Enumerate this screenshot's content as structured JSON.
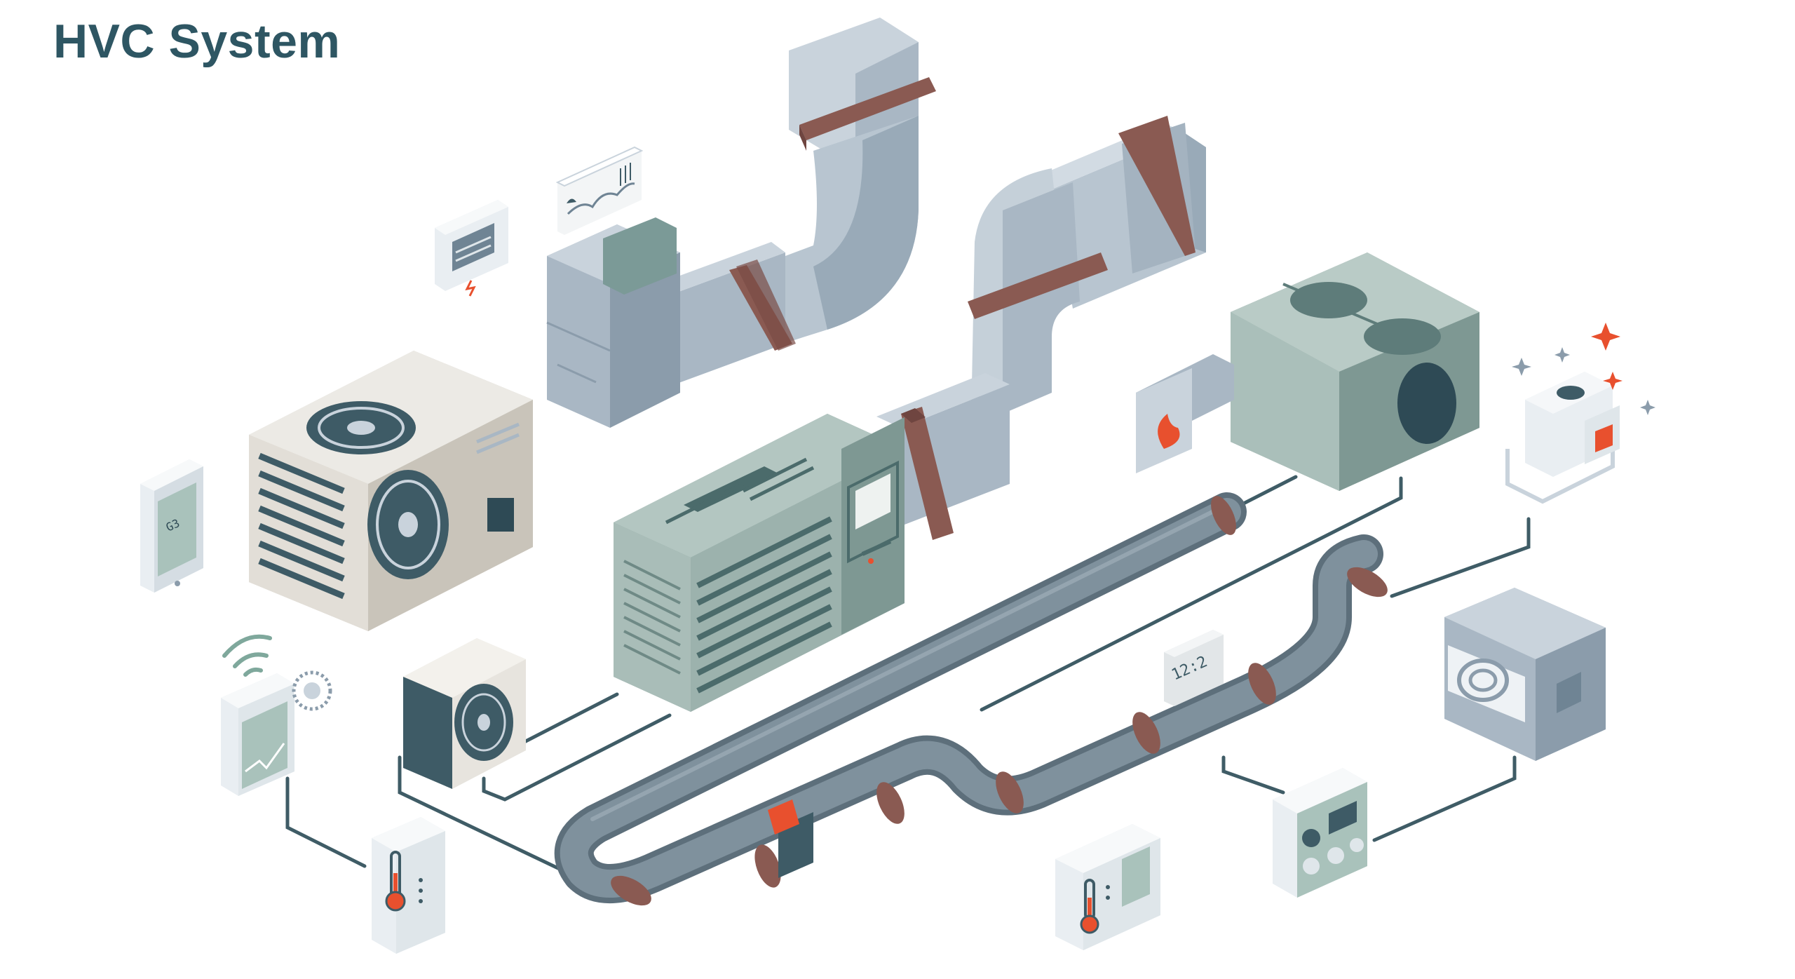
{
  "title": "HVC System",
  "thermostat_display": "12:2",
  "phone_display": "G3",
  "colors": {
    "title": "#2e5663",
    "duct_light": "#c9d3dc",
    "duct_mid": "#a9b7c4",
    "duct_dark": "#8b9cab",
    "duct_band": "#8a5a52",
    "pipe": "#7f919d",
    "pipe_dark": "#5d6f7b",
    "pipe_ring": "#8a5a52",
    "teal_unit": "#9fb3ad",
    "teal_dark": "#5e7c7a",
    "connector": "#3f5c66",
    "accent_red": "#e8502e",
    "outdoor_unit": "#e7e4de"
  },
  "icons": [
    "display-panel-icon",
    "chart-card-icon",
    "smartphone-icon",
    "wifi-thermostat-icon",
    "thermometer-panel-icon",
    "flame-panel-icon",
    "smart-sensor-icon",
    "digital-clock-icon",
    "thermostat-control-icon",
    "control-panel-icon",
    "speaker-box-icon",
    "exhaust-fan-icon"
  ]
}
